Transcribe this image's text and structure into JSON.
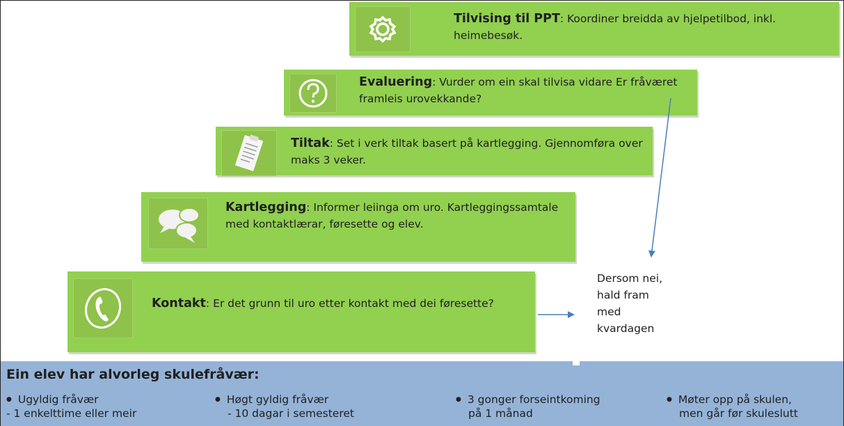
{
  "steps": [
    {
      "icon": "gear-icon",
      "title": "Tilvising til PPT",
      "text": ": Koordiner breidda av hjelpetilbod, inkl. heimebesøk."
    },
    {
      "icon": "question-circle-icon",
      "title": "Evaluering",
      "text": ": Vurder om  ein skal tilvisa vidare Er fråværet framleis urovekkande?"
    },
    {
      "icon": "clipboard-icon",
      "title": "Tiltak",
      "text": ": Set i verk tiltak basert på kartlegging. Gjennomføra over maks 3 veker."
    },
    {
      "icon": "chat-bubbles-icon",
      "title": "Kartlegging",
      "text": ": Informer leiinga om uro. Kartleggingssamtale med kontaktlærar, føresette og elev."
    },
    {
      "icon": "phone-icon",
      "title": "Kontakt",
      "text": ": Er det grunn til uro etter kontakt med dei føresette?"
    }
  ],
  "side_note": "Dersom nei, hald fram med kvardagen",
  "bottom": {
    "title": "Ein elev har alvorleg skulefråvær:",
    "columns": [
      {
        "bullet": "Ugyldig fråvær",
        "sub": "- 1 enkelttime eller meir"
      },
      {
        "bullet": "Høgt gyldig fråvær",
        "sub": "- 10 dagar i semesteret"
      },
      {
        "bullet": "3 gonger forseintkoming",
        "sub": "på 1 månad"
      },
      {
        "bullet": "Møter opp på skulen,",
        "sub": "men går før skuleslutt"
      }
    ]
  },
  "colors": {
    "step_green": "#92d050",
    "panel_blue": "#95b3d7",
    "arrow_blue": "#4a7ebb"
  }
}
